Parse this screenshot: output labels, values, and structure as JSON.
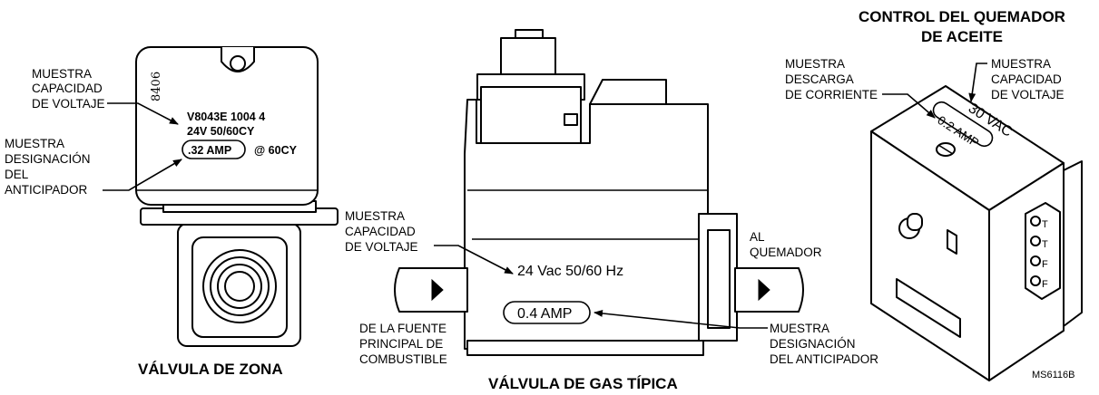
{
  "zone_valve": {
    "title": "VÁLVULA DE ZONA",
    "stamp": "8406",
    "label_line1": "V8043E 1004 4",
    "label_line2": "24V 50/60CY",
    "label_amp": ".32 AMP",
    "label_cy": "@ 60CY",
    "callout_voltage": [
      "MUESTRA",
      "CAPACIDAD",
      "DE VOLTAJE"
    ],
    "callout_anticipator": [
      "MUESTRA",
      "DESIGNACIÓN",
      "DEL",
      "ANTICIPADOR"
    ]
  },
  "gas_valve": {
    "title": "VÁLVULA DE GAS TÍPICA",
    "voltage_text": "24 Vac 50/60 Hz",
    "amp_text": "0.4 AMP",
    "callout_voltage": [
      "MUESTRA",
      "CAPACIDAD",
      "DE VOLTAJE"
    ],
    "callout_anticipator": [
      "MUESTRA",
      "DESIGNACIÓN",
      "DEL ANTICIPADOR"
    ],
    "callout_source": [
      "DE LA FUENTE",
      "PRINCIPAL DE",
      "COMBUSTIBLE"
    ],
    "callout_burner": [
      "AL",
      "QUEMADOR"
    ]
  },
  "oil_control": {
    "title": [
      "CONTROL DEL QUEMADOR",
      "DE ACEITE"
    ],
    "label_vac": "30 VAC",
    "label_amp": "0.2 AMP",
    "callout_current": [
      "MUESTRA",
      "DESCARGA",
      "DE CORRIENTE"
    ],
    "callout_voltage": [
      "MUESTRA",
      "CAPACIDAD",
      "DE VOLTAJE"
    ],
    "terminals": [
      "T",
      "T",
      "F",
      "F"
    ]
  },
  "figure_id": "MS6116B"
}
